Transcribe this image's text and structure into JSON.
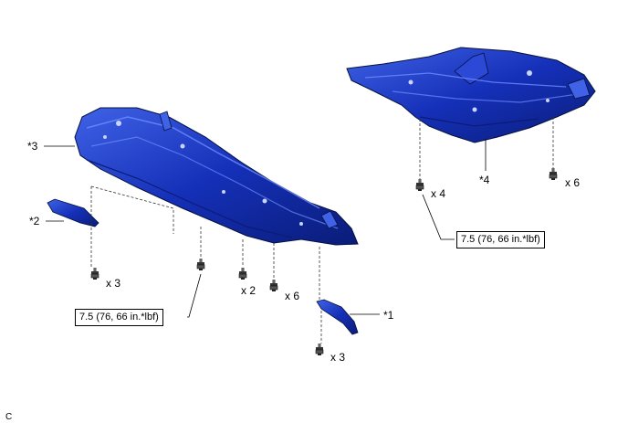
{
  "callouts": {
    "part_1": "*1",
    "part_2": "*2",
    "part_3": "*3",
    "part_4": "*4"
  },
  "quantities": {
    "clip_left": "x 3",
    "bolt_center_a": "x 2",
    "bolt_center_b": "x 6",
    "clip_bottom": "x 3",
    "bolt_rear_left": "x 4",
    "bolt_rear_right": "x 6"
  },
  "torque": {
    "front": "7.5 (76, 66 in.*lbf)",
    "rear": "7.5 (76, 66 in.*lbf)"
  },
  "figure_code": "C",
  "colors": {
    "part_blue": "#1530b8",
    "part_dark": "#0a1c78",
    "part_light": "#3f62e6"
  }
}
